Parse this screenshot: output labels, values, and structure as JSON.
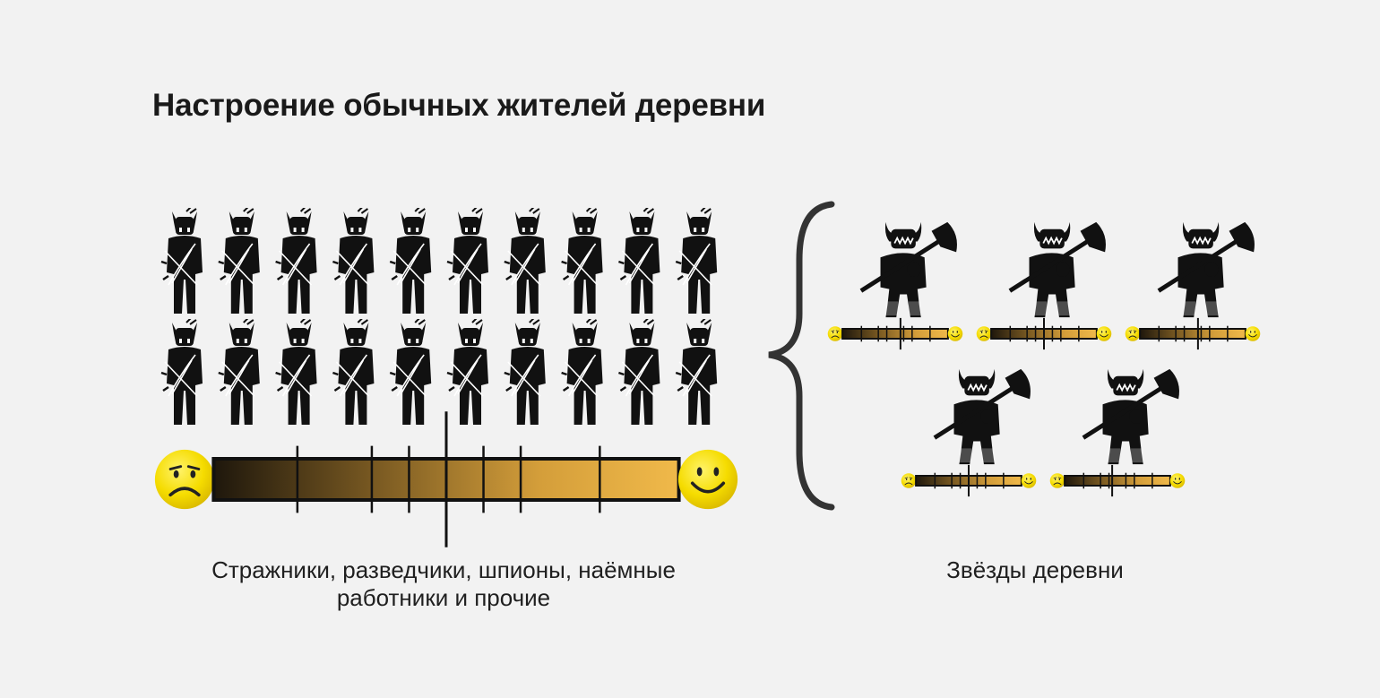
{
  "title": "Настроение обычных жителей деревни",
  "groups": {
    "commoners": {
      "caption_line1": "Стражники, разведчики, шпионы, наёмные",
      "caption_line2": "работники и прочие",
      "count": 20,
      "mood": 0.5,
      "icon": "archer-icon"
    },
    "stars": {
      "caption": "Звёзды деревни",
      "count": 5,
      "moods": [
        0.55,
        0.5,
        0.55,
        0.5,
        0.45
      ],
      "icon": "axe-warrior-icon"
    }
  },
  "mood_scale": {
    "sad_icon": "sad-face-icon",
    "happy_icon": "happy-face-icon",
    "bar_dark": "#1e170c",
    "bar_light": "#f0b94a",
    "face_color": "#f5dc00"
  }
}
